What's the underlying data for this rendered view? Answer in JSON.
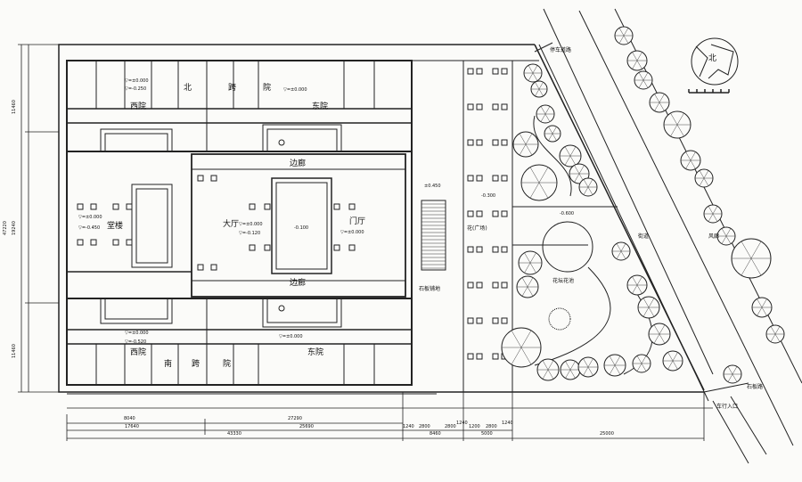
{
  "rooms": {
    "north_cross_yard": [
      "北",
      "跨",
      "院"
    ],
    "south_cross_yard": [
      "南",
      "跨",
      "院"
    ],
    "west_yard_n": "西院",
    "east_yard_n": "东院",
    "west_yard_s": "西院",
    "east_yard_s": "东院",
    "side_corridor_n": "边廊",
    "side_corridor_s": "边廊",
    "main_hall": "大厅",
    "entrance_hall": "门厅",
    "rear_hall": "堂楼"
  },
  "elevations": {
    "nw_1": "▽=±0.000",
    "nw_2": "▽=-0.250",
    "ne": "▽=±0.000",
    "rear_1": "▽=±0.000",
    "rear_2": "▽=-0.450",
    "hall_1": "▽=±0.000",
    "hall_2": "▽=-0.120",
    "court": "-0.100",
    "entry": "▽=±0.000",
    "sw_1": "▽=±0.000",
    "sw_2": "▽=-0.520",
    "se": "▽=±0.000",
    "paving": "±0.450",
    "plaza": "-0.300",
    "garden": "-0.600"
  },
  "site_labels": {
    "stone_paving": "石板铺地",
    "plaza": "花(广场)",
    "flower_bed": "花坛花池",
    "street": "街道",
    "wind_corridor": "风廊",
    "parking": "停车道路",
    "stone_path": "石板路",
    "entrance": "车行入口"
  },
  "dimensions": {
    "left": {
      "top": "11460",
      "total": "47220",
      "middle": "19240",
      "bottom": "11460"
    },
    "bottom_row1": [
      "8040",
      "27290"
    ],
    "bottom_row2": [
      "17640",
      "25690"
    ],
    "bottom_row3": [
      "43330",
      "8460",
      "5000",
      "25000"
    ],
    "small": [
      "1240",
      "2800",
      "2800",
      "1240",
      "1200",
      "2800",
      "1240"
    ]
  },
  "north_arrow": {
    "label": "北"
  }
}
